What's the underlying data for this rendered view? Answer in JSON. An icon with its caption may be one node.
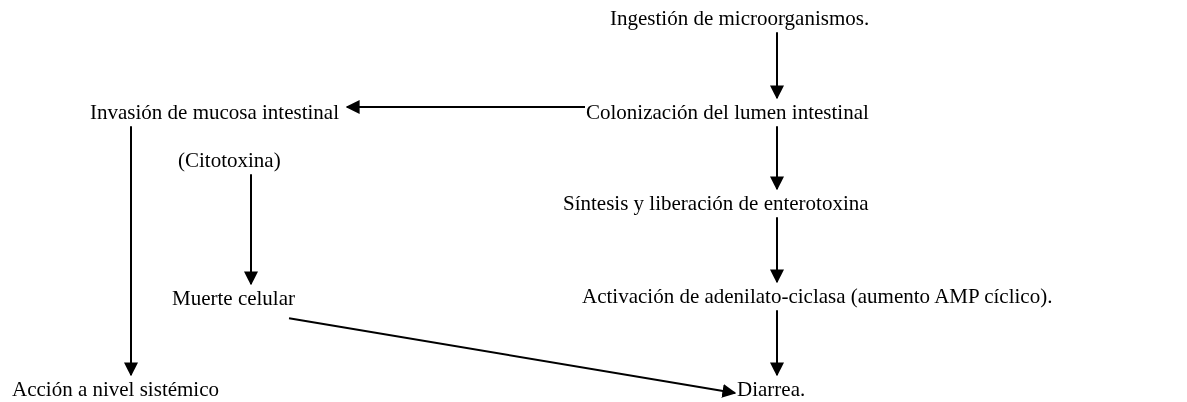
{
  "diagram": {
    "nodes": [
      {
        "text": [
          "Ingestión de microorganismos."
        ]
      },
      {
        "text": [
          "Invasión de mucosa intestinal"
        ]
      },
      {
        "text": [
          "Colonización del lumen intestinal"
        ]
      },
      {
        "text": [
          "(Citotoxina)"
        ]
      },
      {
        "text": [
          "Síntesis y liberación de enterotoxina"
        ]
      },
      {
        "text": [
          "Muerte celular"
        ]
      },
      {
        "text": [
          "Activación de adenilato-ciclasa (aumento AMP cíclico)."
        ]
      },
      {
        "text": [
          "Acción a nivel sistémico"
        ]
      },
      {
        "text": [
          "Diarrea."
        ]
      }
    ],
    "edges": [
      {
        "from": 0,
        "to": 2,
        "arrow": "to"
      },
      {
        "from": 2,
        "to": 1,
        "arrow": "to"
      },
      {
        "from": 1,
        "to": 7,
        "arrow": "to"
      },
      {
        "from": 3,
        "to": 5,
        "arrow": "to"
      },
      {
        "from": 2,
        "to": 4,
        "arrow": "to"
      },
      {
        "from": 4,
        "to": 6,
        "arrow": "to"
      },
      {
        "from": 6,
        "to": 8,
        "arrow": "to"
      },
      {
        "from": 5,
        "to": 8,
        "arrow": "to"
      }
    ]
  }
}
